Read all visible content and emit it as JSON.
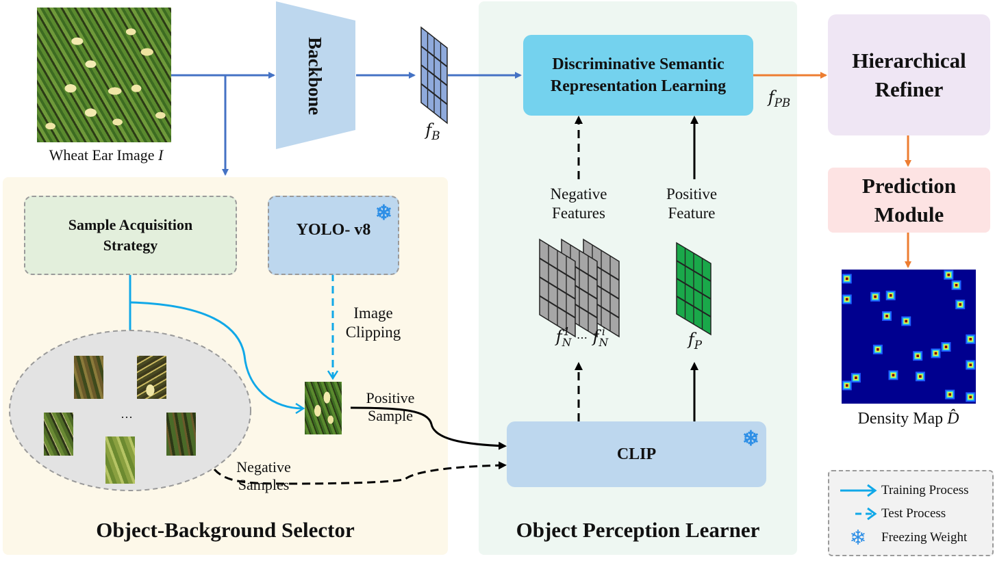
{
  "input": {
    "caption": "Wheat Ear Image ",
    "caption_symbol": "I"
  },
  "backbone": {
    "label": "Backbone"
  },
  "features": {
    "fB": {
      "base": "f",
      "sub": "B"
    },
    "fPB": {
      "base": "f",
      "sub": "PB"
    },
    "fP": {
      "base": "f",
      "sub": "P"
    },
    "fN1": {
      "base": "f",
      "sub": "N",
      "sup": "1"
    },
    "fNi": {
      "base": "f",
      "sub": "N",
      "sup": "i"
    },
    "ellipsis": "···"
  },
  "panels": {
    "selector": {
      "title": "Object-Background Selector",
      "color": "#fdf8e9"
    },
    "learner": {
      "title": "Object Perception Learner",
      "color": "#eef7f2"
    }
  },
  "blocks": {
    "dsrl": {
      "line1": "Discriminative Semantic",
      "line2": "Representation Learning",
      "color": "#74d2ee"
    },
    "refiner": {
      "line1": "Hierarchical",
      "line2": "Refiner",
      "color": "#efe6f4"
    },
    "prediction": {
      "line1": "Prediction",
      "line2": "Module",
      "color": "#fde3e3"
    },
    "sample_acq": {
      "line1": "Sample Acquisition",
      "line2": "Strategy",
      "color": "#e3efdc"
    },
    "yolo": {
      "label": "YOLO- v8",
      "color": "#bdd7ee"
    },
    "clip": {
      "label": "CLIP",
      "color": "#bdd7ee"
    }
  },
  "labels": {
    "negative_features": {
      "line1": "Negative",
      "line2": "Features"
    },
    "positive_feature": {
      "line1": "Positive",
      "line2": "Feature"
    },
    "image_clipping": {
      "line1": "Image",
      "line2": "Clipping"
    },
    "positive_sample": {
      "line1": "Positive",
      "line2": "Sample"
    },
    "negative_samples": {
      "line1": "Negative",
      "line2": "Samples"
    },
    "samples_ellipsis": "···"
  },
  "output": {
    "caption": "Density Map ",
    "caption_symbol": "D̂"
  },
  "legend": {
    "items": [
      {
        "icon": "solid-arrow-icon",
        "label": "Training Process"
      },
      {
        "icon": "dashed-arrow-icon",
        "label": "Test Process"
      },
      {
        "icon": "snowflake-icon",
        "label": "Freezing Weight"
      }
    ]
  },
  "colors": {
    "blue_arrow": "#4472c4",
    "cyan_arrow": "#10a8e8",
    "orange_arrow": "#ed7d31",
    "snowflake": "#2e8fe6",
    "backbone": "#bdd7ee",
    "fB_grid": "#8faadc",
    "fP_grid": "#1aa84a",
    "fN_grid": "#a6a6a6",
    "density_bg": "#00008f"
  },
  "density_map": {
    "peaks": [
      [
        0.02,
        0.05
      ],
      [
        0.02,
        0.21
      ],
      [
        0.24,
        0.19
      ],
      [
        0.36,
        0.18
      ],
      [
        0.33,
        0.34
      ],
      [
        0.48,
        0.38
      ],
      [
        0.81,
        0.02
      ],
      [
        0.87,
        0.1
      ],
      [
        0.9,
        0.25
      ],
      [
        0.98,
        0.52
      ],
      [
        0.26,
        0.6
      ],
      [
        0.57,
        0.65
      ],
      [
        0.71,
        0.63
      ],
      [
        0.79,
        0.58
      ],
      [
        0.98,
        0.72
      ],
      [
        0.38,
        0.8
      ],
      [
        0.59,
        0.81
      ],
      [
        0.09,
        0.82
      ],
      [
        0.02,
        0.88
      ],
      [
        0.82,
        0.95
      ],
      [
        0.98,
        0.97
      ]
    ]
  }
}
